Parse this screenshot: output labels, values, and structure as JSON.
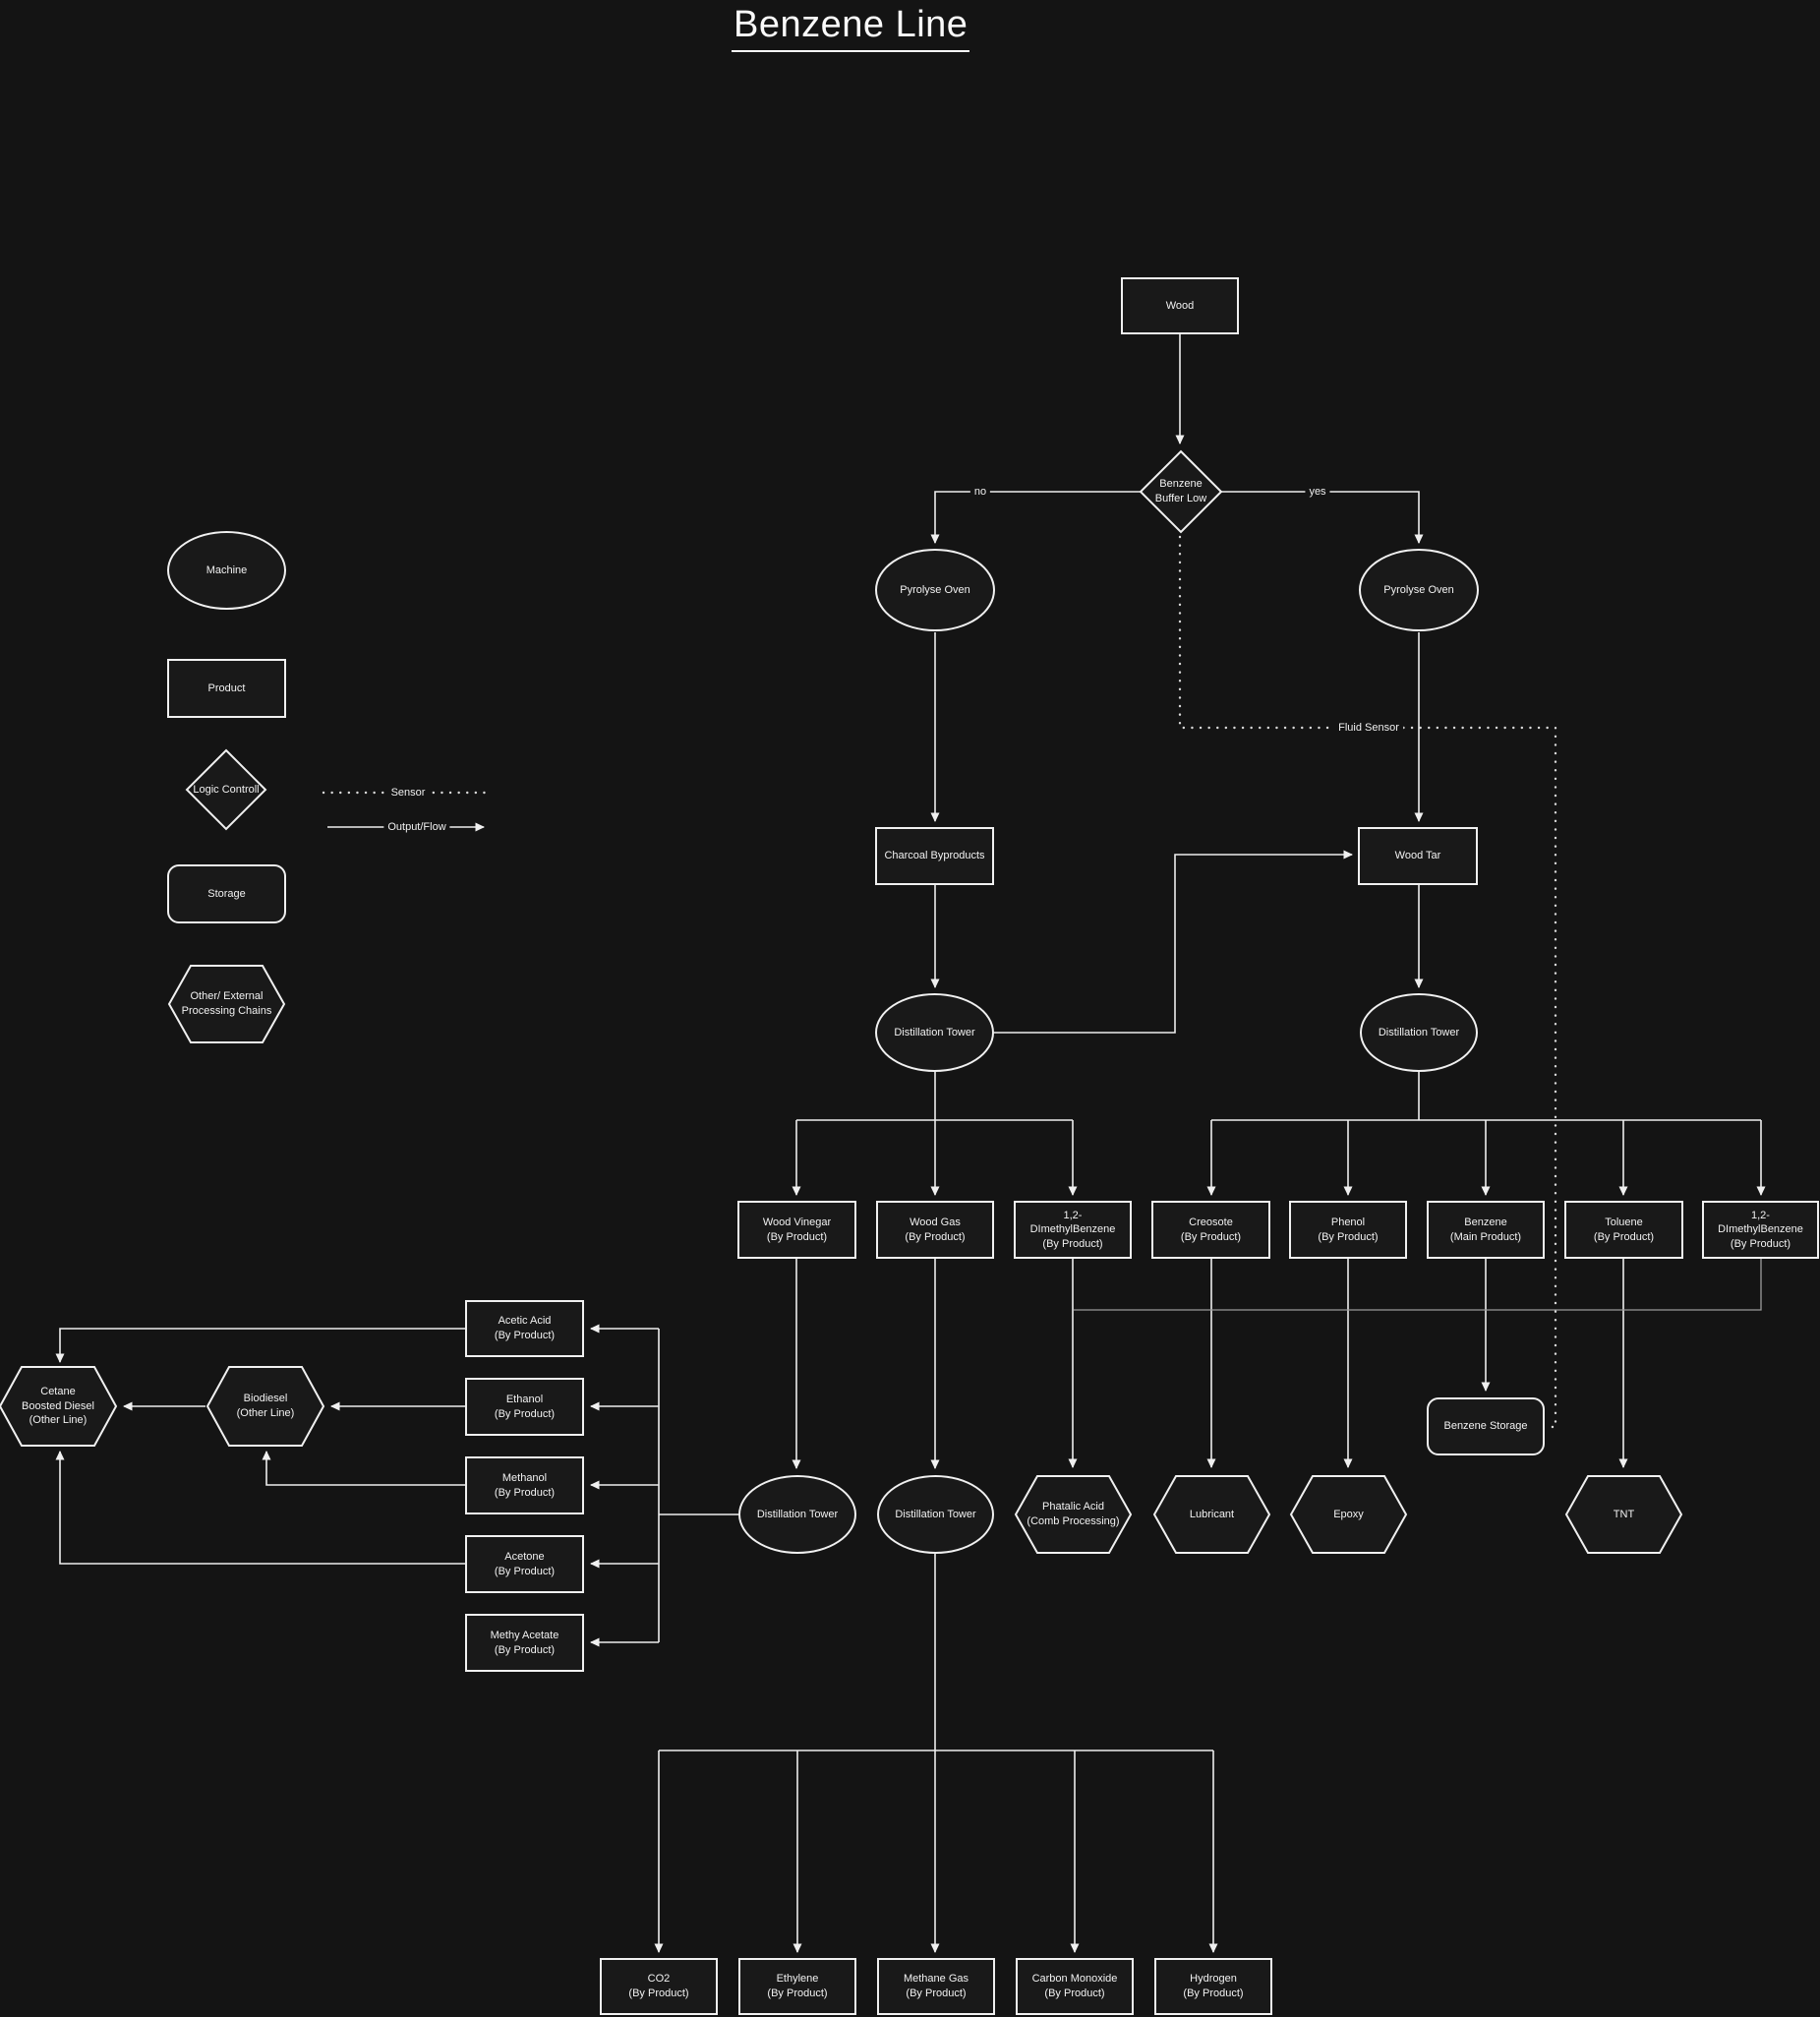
{
  "title": "Benzene Line",
  "colors": {
    "background": "#141414",
    "node_fill": "#191919",
    "stroke": "#f0f0f0",
    "text": "#f2f2f2"
  },
  "legend": {
    "machine": "Machine",
    "product": "Product",
    "logic": "Logic Controll",
    "storage": "Storage",
    "other": "Other/ External\nProcessing Chains",
    "sensor": "Sensor",
    "output_flow": "Output/Flow"
  },
  "edge_labels": {
    "no": "no",
    "yes": "yes",
    "fluid_sensor": "Fluid Sensor"
  },
  "nodes": {
    "wood": "Wood",
    "buffer_low": "Benzene\nBuffer Low",
    "pyrolyse_left": "Pyrolyse Oven",
    "pyrolyse_right": "Pyrolyse Oven",
    "charcoal": "Charcoal Byproducts",
    "wood_tar": "Wood Tar",
    "tower_left": "Distillation Tower",
    "tower_right": "Distillation Tower",
    "wood_vinegar": "Wood Vinegar\n(By Product)",
    "wood_gas": "Wood Gas\n(By Product)",
    "dimethylbenzene_1": "1,2-\nDImethylBenzene\n(By Product)",
    "creosote": "Creosote\n(By Product)",
    "phenol": "Phenol\n(By Product)",
    "benzene_main": "Benzene\n(Main Product)",
    "toluene": "Toluene\n(By Product)",
    "dimethylbenzene_2": "1,2-\nDImethylBenzene\n(By Product)",
    "benzene_storage": "Benzene Storage",
    "tower_bottom_left": "Distillation Tower",
    "tower_bottom_mid": "Distillation Tower",
    "phatalic_acid": "Phatalic Acid\n(Comb Processing)",
    "lubricant": "Lubricant",
    "epoxy": "Epoxy",
    "tnt": "TNT",
    "cetane": "Cetane\nBoosted Diesel\n(Other Line)",
    "biodiesel": "Biodiesel\n(Other Line)",
    "acetic_acid": "Acetic Acid\n(By Product)",
    "ethanol": "Ethanol\n(By Product)",
    "methanol": "Methanol\n(By Product)",
    "acetone": "Acetone\n(By Product)",
    "methy_acetate": "Methy Acetate\n(By Product)",
    "co2": "CO2\n(By Product)",
    "ethylene": "Ethylene\n(By Product)",
    "methane_gas": "Methane Gas\n(By Product)",
    "carbon_monoxide": "Carbon Monoxide\n(By Product)",
    "hydrogen": "Hydrogen\n(By Product)"
  }
}
